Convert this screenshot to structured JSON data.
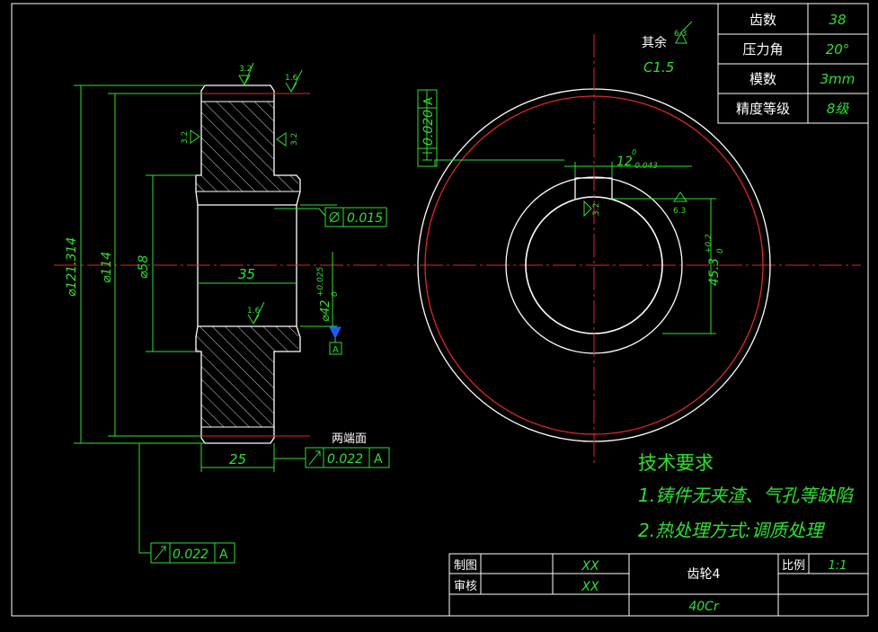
{
  "colors": {
    "background": "#000000",
    "green": "#2ee02e",
    "white": "#ffffff",
    "red": "#e0262b",
    "hatch": "#cfcfcf",
    "blue": "#1e5bff"
  },
  "param_table": {
    "rows": [
      {
        "label": "齿数",
        "value": "38"
      },
      {
        "label": "压力角",
        "value": "20°"
      },
      {
        "label": "模数",
        "value": "3mm"
      },
      {
        "label": "精度等级",
        "value": "8级"
      }
    ]
  },
  "other_surfaces": {
    "label": "其余",
    "roughness": "6.3",
    "chamfer": "C1.5"
  },
  "left_view": {
    "dim_tip_dia": "⌀121.314",
    "dim_root_dia": "⌀114",
    "dim_hub_dia": "⌀58",
    "dim_bore": "⌀42",
    "bore_tol_upper": "+0.025",
    "bore_tol_lower": "0",
    "dim_hub_len": "35",
    "dim_gear_width": "25",
    "roughness_top": "3.2",
    "roughness_top_right": "1.6",
    "roughness_left": "3.2",
    "roughness_right": "3.2",
    "roughness_bore": "1.6",
    "cylindricity_tol": "0.015",
    "datum_label": "A",
    "end_face_label": "两端面",
    "runout_endface_tol": "0.022",
    "runout_endface_datum": "A",
    "runout_radial_tol": "0.022",
    "runout_radial_datum": "A"
  },
  "right_view": {
    "parallel_tol": "0.020",
    "parallel_datum": "A",
    "keyway_width": "12",
    "keyway_tol_upper": "0",
    "keyway_tol_lower": "-0.043",
    "keyway_depth": "45.3",
    "keyway_depth_tol_upper": "+0.2",
    "keyway_depth_tol_lower": "0",
    "roughness_keyway_side": "3.2",
    "roughness_keyway_top": "6.3"
  },
  "tech_requirements": {
    "title": "技术要求",
    "items": [
      "1.铸件无夹渣、气孔等缺陷",
      "2.热处理方式:调质处理"
    ]
  },
  "title_block": {
    "drawn_label": "制图",
    "checked_label": "审核",
    "drawn_value": "XX",
    "checked_value": "XX",
    "part_name": "齿轮4",
    "scale_label": "比例",
    "scale_value": "1:1",
    "material": "40Cr"
  }
}
